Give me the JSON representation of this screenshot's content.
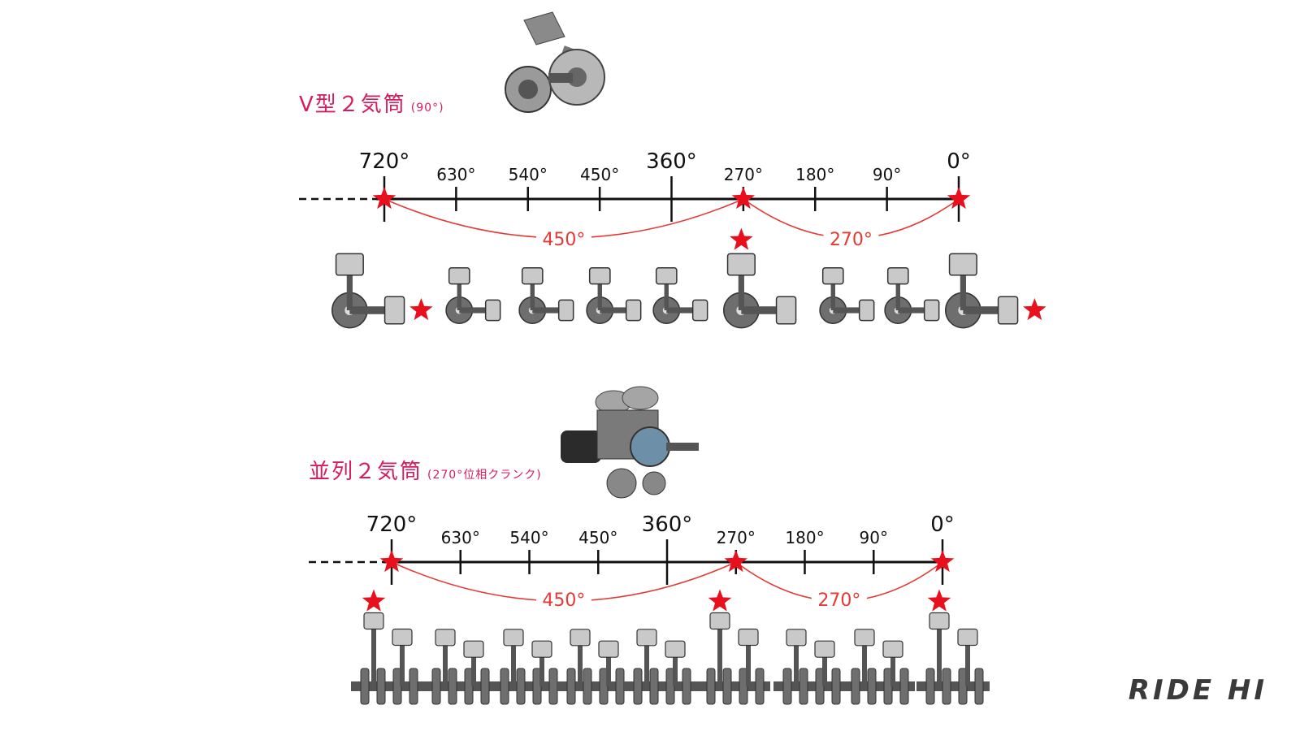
{
  "diagrams": [
    {
      "title": "V型２気筒",
      "subtitle": "(90°)",
      "engine_image": "v-twin-engine-photo",
      "ticks": [
        {
          "value": 720,
          "label": "720°",
          "major": true
        },
        {
          "value": 630,
          "label": "630°",
          "major": false
        },
        {
          "value": 540,
          "label": "540°",
          "major": false
        },
        {
          "value": 450,
          "label": "450°",
          "major": false
        },
        {
          "value": 360,
          "label": "360°",
          "major": true
        },
        {
          "value": 270,
          "label": "270°",
          "major": false
        },
        {
          "value": 180,
          "label": "180°",
          "major": false
        },
        {
          "value": 90,
          "label": "90°",
          "major": false
        },
        {
          "value": 0,
          "label": "0°",
          "major": true
        }
      ],
      "firing_points": [
        720,
        270,
        0
      ],
      "intervals": [
        {
          "from": 720,
          "to": 270,
          "label": "450°"
        },
        {
          "from": 270,
          "to": 0,
          "label": "270°"
        }
      ],
      "crank_style": "v-twin",
      "crank_star_positions": [
        "right",
        "none",
        "none",
        "none",
        "none",
        "top",
        "none",
        "none",
        "right"
      ]
    },
    {
      "title": "並列２気筒",
      "subtitle": "(270°位相クランク)",
      "engine_image": "parallel-twin-engine-photo",
      "ticks": [
        {
          "value": 720,
          "label": "720°",
          "major": true
        },
        {
          "value": 630,
          "label": "630°",
          "major": false
        },
        {
          "value": 540,
          "label": "540°",
          "major": false
        },
        {
          "value": 450,
          "label": "450°",
          "major": false
        },
        {
          "value": 360,
          "label": "360°",
          "major": true
        },
        {
          "value": 270,
          "label": "270°",
          "major": false
        },
        {
          "value": 180,
          "label": "180°",
          "major": false
        },
        {
          "value": 90,
          "label": "90°",
          "major": false
        },
        {
          "value": 0,
          "label": "0°",
          "major": true
        }
      ],
      "firing_points": [
        720,
        270,
        0
      ],
      "intervals": [
        {
          "from": 720,
          "to": 270,
          "label": "450°"
        },
        {
          "from": 270,
          "to": 0,
          "label": "270°"
        }
      ],
      "crank_style": "parallel-twin",
      "crank_star_positions": [
        "top",
        "none",
        "none",
        "none",
        "none",
        "top",
        "none",
        "none",
        "top"
      ]
    }
  ],
  "logo_text": "RIDE HI",
  "colors": {
    "title": "#d81b60",
    "star": "#e8101c",
    "arc": "#e53935",
    "axis": "#111111",
    "metal_dark": "#6e6e6e",
    "metal_light": "#c9c9c9"
  }
}
